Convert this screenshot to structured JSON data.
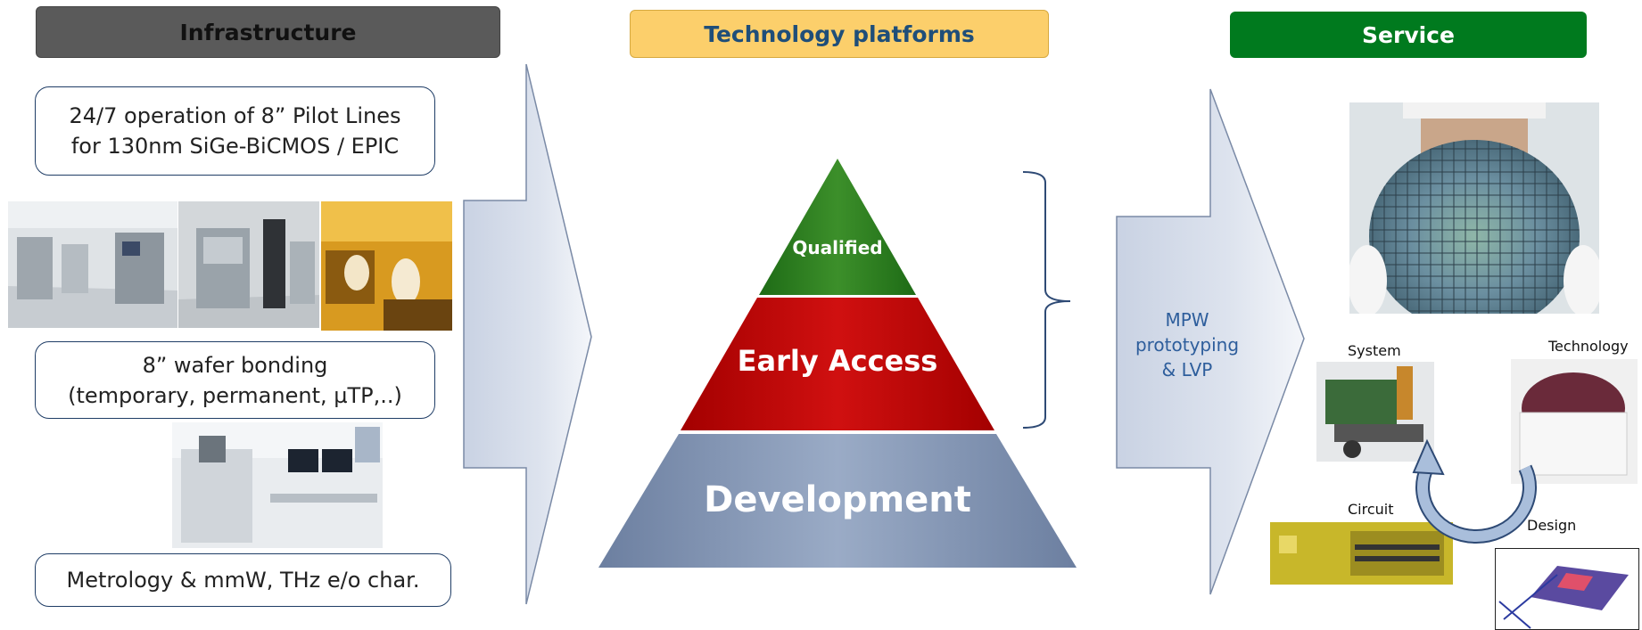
{
  "headers": {
    "infrastructure": "Infrastructure",
    "technology_platforms": "Technology platforms",
    "service": "Service"
  },
  "infrastructure": {
    "box1_line1": "24/7 operation of 8” Pilot Lines",
    "box1_line2": "for 130nm SiGe-BiCMOS / EPIC",
    "box2_line1": "8” wafer bonding",
    "box2_line2": "(temporary, permanent, µTP,..)",
    "box3": "Metrology & mmW, THz e/o char."
  },
  "pyramid": {
    "top": "Qualified",
    "middle": "Early Access",
    "bottom": "Development"
  },
  "mpw": {
    "line1": "MPW",
    "line2": "prototyping",
    "line3": "& LVP"
  },
  "cycle": {
    "system": "System",
    "technology": "Technology",
    "circuit": "Circuit",
    "design": "Design"
  },
  "colors": {
    "infra_header": "#5a5a5a",
    "tech_header": "#fccf6b",
    "service_header": "#007a1e",
    "pyramid_top": "#2e7d1e",
    "pyramid_middle": "#c00000",
    "pyramid_bottom": "#8496b4"
  }
}
